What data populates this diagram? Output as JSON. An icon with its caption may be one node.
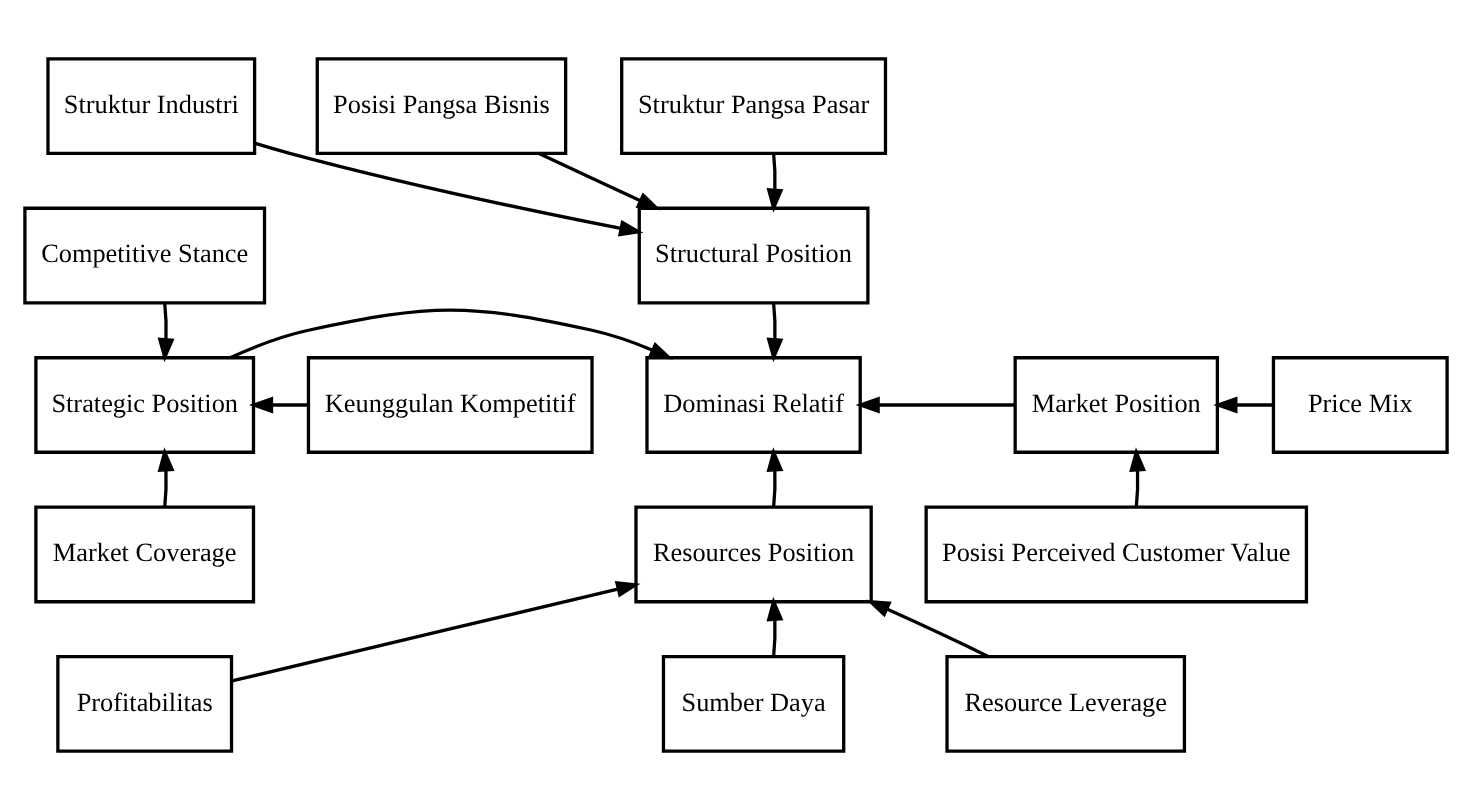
{
  "diagram": {
    "nodes": [
      {
        "text": [
          "Struktur Industri"
        ]
      },
      {
        "text": [
          "Struktur Pangsa Pasar"
        ]
      },
      {
        "text": [
          "Posisi Pangsa Bisnis"
        ]
      },
      {
        "text": [
          "Structural Position"
        ]
      },
      {
        "text": [
          "Competitive Stance"
        ]
      },
      {
        "text": [
          "Keunggulan Kompetitif"
        ]
      },
      {
        "text": [
          "Strategic Position"
        ]
      },
      {
        "text": [
          "Dominasi Relatif"
        ]
      },
      {
        "text": [
          "Market Position"
        ]
      },
      {
        "text": [
          "Price Mix"
        ]
      },
      {
        "text": [
          "Posisi Perceived Customer Value"
        ]
      },
      {
        "text": [
          "Market Coverage"
        ]
      },
      {
        "text": [
          "Resources Position"
        ]
      },
      {
        "text": [
          "Profitabilitas"
        ]
      },
      {
        "text": [
          "Sumber Daya"
        ]
      },
      {
        "text": [
          "Resource Leverage"
        ]
      }
    ],
    "edges": [
      {
        "from": 0,
        "to": 3,
        "arrow": "to"
      },
      {
        "from": 1,
        "to": 3,
        "arrow": "to"
      },
      {
        "from": 2,
        "to": 3,
        "arrow": "to"
      },
      {
        "from": 3,
        "to": 7,
        "arrow": "to"
      },
      {
        "from": 4,
        "to": 6,
        "arrow": "to"
      },
      {
        "from": 5,
        "to": 6,
        "arrow": "to"
      },
      {
        "from": 11,
        "to": 6,
        "arrow": "to"
      },
      {
        "from": 6,
        "to": 7,
        "arrow": "to"
      },
      {
        "from": 8,
        "to": 7,
        "arrow": "to"
      },
      {
        "from": 9,
        "to": 8,
        "arrow": "to"
      },
      {
        "from": 10,
        "to": 8,
        "arrow": "to"
      },
      {
        "from": 13,
        "to": 12,
        "arrow": "to"
      },
      {
        "from": 14,
        "to": 12,
        "arrow": "to"
      },
      {
        "from": 15,
        "to": 12,
        "arrow": "to"
      },
      {
        "from": 12,
        "to": 7,
        "arrow": "to"
      }
    ]
  }
}
